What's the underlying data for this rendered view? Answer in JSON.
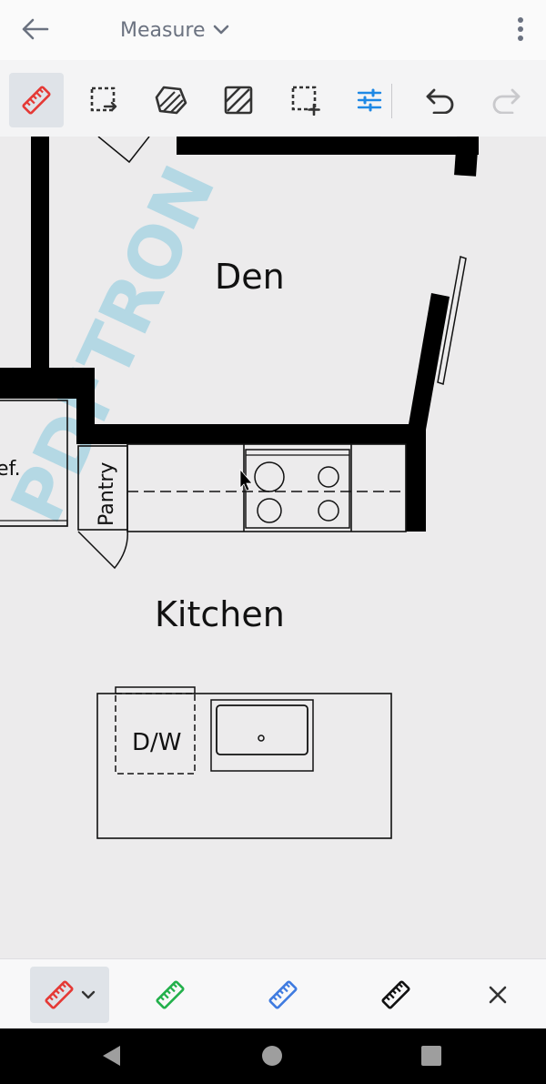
{
  "appbar": {
    "title": "Measure",
    "icons": [
      "back-arrow-icon",
      "chevron-down-icon",
      "more-vert-icon"
    ]
  },
  "toolbar": {
    "tools": [
      {
        "name": "ruler-tool",
        "icon": "ruler-icon",
        "active": true,
        "color": "#e53935"
      },
      {
        "name": "perimeter-tool",
        "icon": "dashed-rect-arrow-icon",
        "active": false
      },
      {
        "name": "polygon-area-tool",
        "icon": "polygon-area-icon",
        "active": false
      },
      {
        "name": "rect-area-tool",
        "icon": "hatched-rect-icon",
        "active": false
      },
      {
        "name": "add-selection-tool",
        "icon": "dashed-rect-plus-icon",
        "active": false
      },
      {
        "name": "style-tool",
        "icon": "sliders-icon",
        "active": false,
        "color": "#1e88e5"
      },
      {
        "name": "undo",
        "icon": "undo-icon",
        "active": false
      },
      {
        "name": "redo",
        "icon": "redo-icon",
        "active": false,
        "disabled": true
      }
    ]
  },
  "floorplan": {
    "labels": {
      "den": "Den",
      "kitchen": "Kitchen",
      "pantry": "Pantry",
      "dishwasher": "D/W",
      "ref": "ef."
    }
  },
  "presets": {
    "items": [
      {
        "name": "red-ruler",
        "color": "#e53935",
        "active": true
      },
      {
        "name": "green-ruler",
        "color": "#22b04b",
        "active": false
      },
      {
        "name": "blue-ruler",
        "color": "#3f7be0",
        "active": false
      },
      {
        "name": "black-ruler",
        "color": "#111111",
        "active": false
      }
    ]
  },
  "colors": {
    "accent": "#1e88e5",
    "ruler_red": "#e53935",
    "watermark": "#4fb6d8"
  }
}
